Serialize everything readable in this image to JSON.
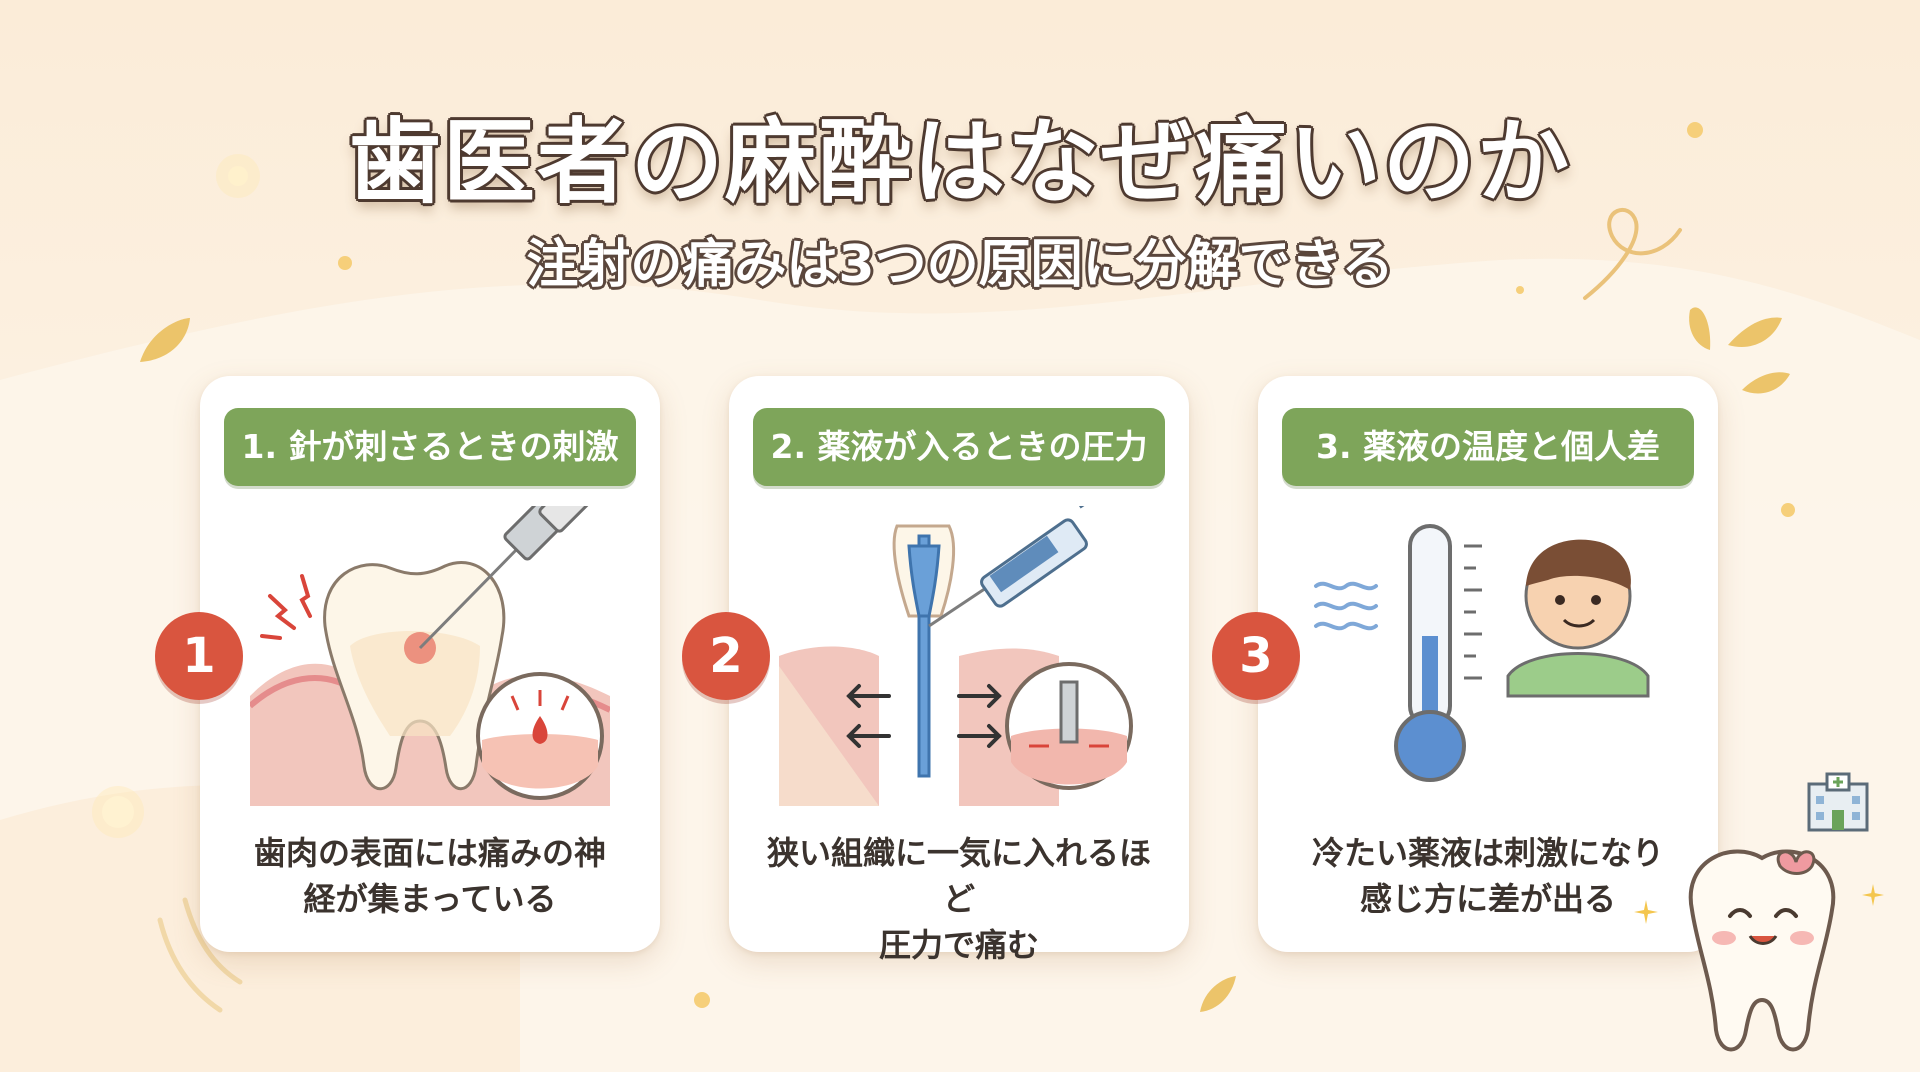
{
  "title": "歯医者の麻酔はなぜ痛いのか",
  "subtitle": "注射の痛みは3つの原因に分解できる",
  "cards": [
    {
      "number": "1",
      "label": "1. 針が刺さるときの刺激",
      "text_line1": "歯肉の表面には痛みの神",
      "text_line2": "経が集まっている"
    },
    {
      "number": "2",
      "label": "2. 薬液が入るときの圧力",
      "text_line1": "狭い組織に一気に入れるほど",
      "text_line2": "圧力で痛む"
    },
    {
      "number": "3",
      "label": "3. 薬液の温度と個人差",
      "text_line1": "冷たい薬液は刺激になり",
      "text_line2": "感じ方に差が出る"
    }
  ],
  "colors": {
    "background": "#fcf1e2",
    "card_label": "#7ea55a",
    "badge": "#d9553f",
    "title_outline": "#4e3a30"
  },
  "icons": [
    "tooth-icon",
    "needle-icon",
    "syringe-icon",
    "thermometer-icon",
    "person-icon",
    "hospital-icon",
    "tooth-mascot-icon"
  ]
}
